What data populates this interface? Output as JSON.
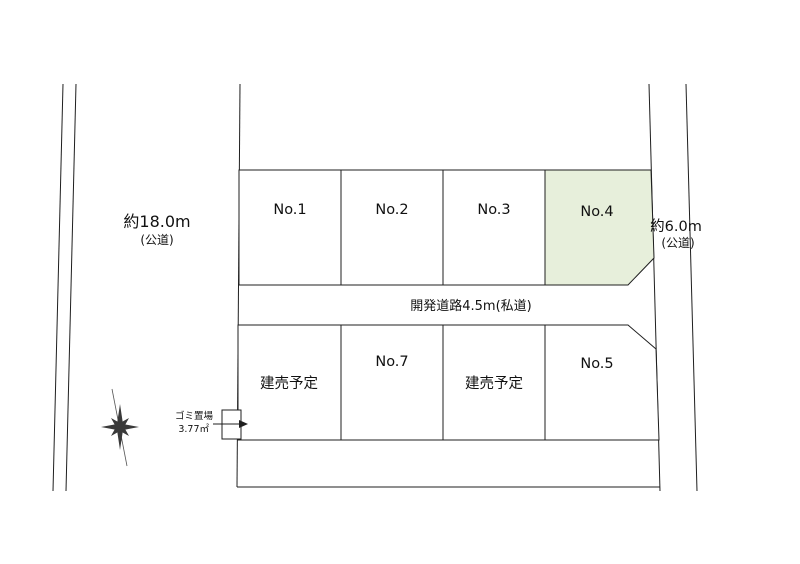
{
  "page": {
    "background": "#ffffff"
  },
  "colors": {
    "line": "#1f1f1f",
    "highlight_fill": "#e7efdb",
    "text": "#111111",
    "compass": "#3a3a3a"
  },
  "roads": {
    "left_public": {
      "width": "約18.0m",
      "type": "(公道)"
    },
    "right_public": {
      "width": "約6.0m",
      "type": "(公道)"
    },
    "development": {
      "label": "開発道路4.5m(私道)"
    }
  },
  "top_plots": [
    {
      "label": "No.1",
      "highlighted": false
    },
    {
      "label": "No.2",
      "highlighted": false
    },
    {
      "label": "No.3",
      "highlighted": false
    },
    {
      "label": "No.4",
      "highlighted": true
    }
  ],
  "bottom_plots": [
    {
      "label": "建売予定"
    },
    {
      "label": "No.7"
    },
    {
      "label": "建売予定"
    },
    {
      "label": "No.5"
    }
  ],
  "garbage_area": {
    "name": "ゴミ置場",
    "area": "3.77㎡"
  }
}
